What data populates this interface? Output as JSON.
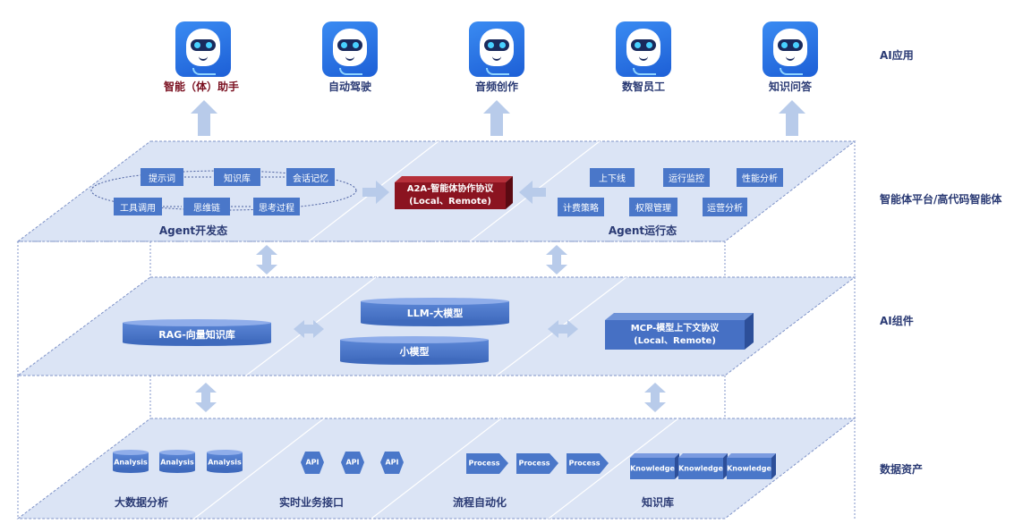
{
  "layers": {
    "app": "AI应用",
    "platform": "智能体平台/高代码智能体",
    "components": "AI组件",
    "data": "数据资产"
  },
  "apps": [
    {
      "label": "智能（体）助手",
      "color": "#7a1020"
    },
    {
      "label": "自动驾驶"
    },
    {
      "label": "音频创作"
    },
    {
      "label": "数智员工"
    },
    {
      "label": "知识问答"
    }
  ],
  "platform": {
    "dev": {
      "title": "Agent开发态",
      "nodes": [
        "提示词",
        "知识库",
        "会话记忆",
        "工具调用",
        "思维链",
        "思考过程"
      ]
    },
    "a2a": {
      "line1": "A2A-智能体协作协议",
      "line2": "(Local、Remote)"
    },
    "runtime": {
      "title": "Agent运行态",
      "items": [
        "上下线",
        "运行监控",
        "性能分析",
        "计费策略",
        "权限管理",
        "运营分析"
      ]
    }
  },
  "components": {
    "rag": "RAG-向量知识库",
    "llm": "LLM-大模型",
    "small": "小模型",
    "mcp": {
      "line1": "MCP-模型上下文协议",
      "line2": "(Local、Remote)"
    }
  },
  "data_assets": {
    "groups": [
      {
        "title": "大数据分析",
        "item": "Analysis"
      },
      {
        "title": "实时业务接口",
        "item": "API"
      },
      {
        "title": "流程自动化",
        "item": "Process"
      },
      {
        "title": "知识库",
        "item": "Knowledge"
      }
    ]
  },
  "colors": {
    "plane_fill": "#dbe4f5",
    "plane_stroke": "#7f93c8",
    "box": "#4a77c9",
    "accent_red": "#8b1420",
    "arrow": "#b8cbea"
  }
}
